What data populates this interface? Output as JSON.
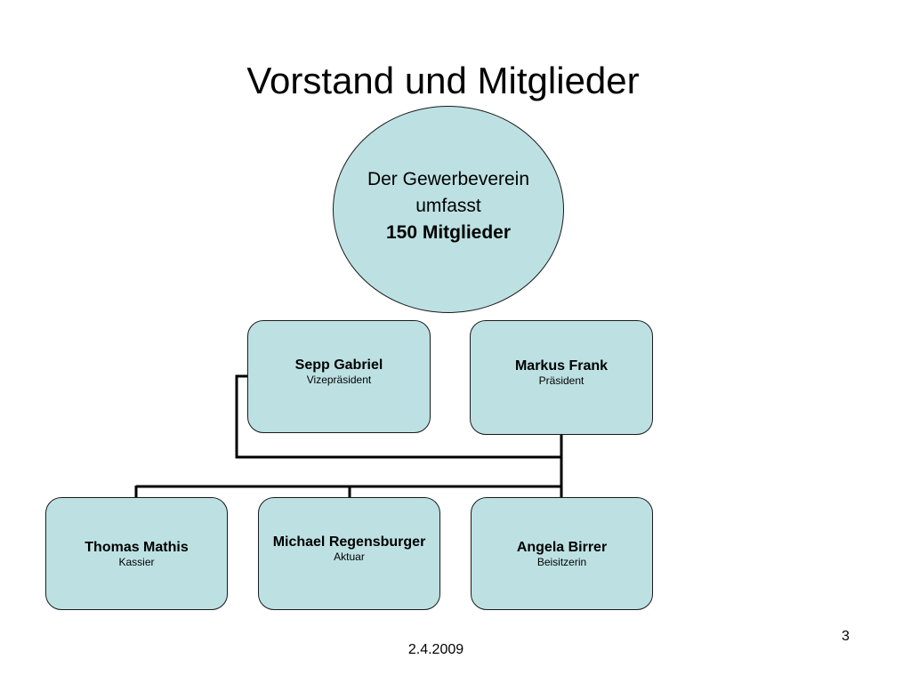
{
  "title": "Vorstand und Mitglieder",
  "center": {
    "line1": "Der Gewerbeverein",
    "line2": "umfasst",
    "line3": "150 Mitglieder"
  },
  "nodes": {
    "sepp": {
      "name": "Sepp Gabriel",
      "role": "Vizepräsident"
    },
    "markus": {
      "name": "Markus Frank",
      "role": "Präsident"
    },
    "thomas": {
      "name": "Thomas Mathis",
      "role": "Kassier"
    },
    "michael": {
      "name": "Michael Regensburger",
      "role": "Aktuar"
    },
    "angela": {
      "name": "Angela Birrer",
      "role": "Beisitzerin"
    }
  },
  "footer": {
    "date": "2.4.2009",
    "page": "3"
  },
  "colors": {
    "box_fill": "#bde1e3",
    "border": "#1a1a1a"
  }
}
